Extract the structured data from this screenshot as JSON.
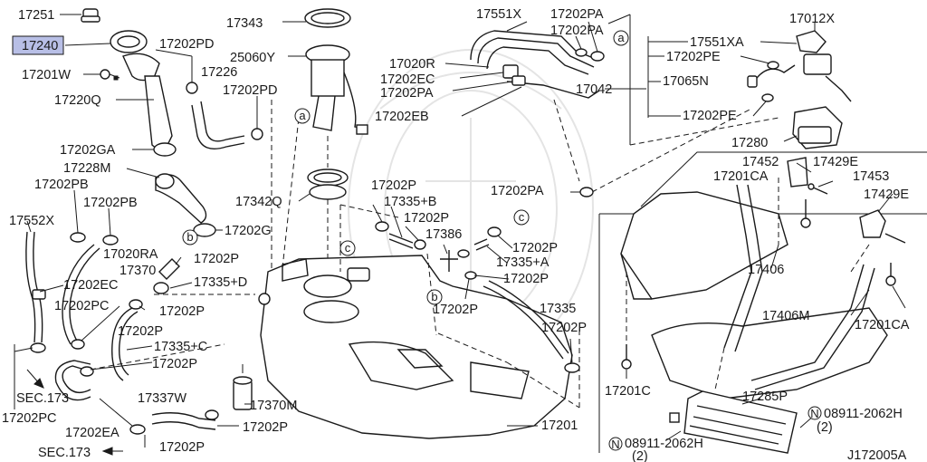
{
  "highlighted_part": "17240",
  "highlight_color": "#b8bfe6",
  "line_color": "#1a1a1a",
  "labels": {
    "p17251": "17251",
    "p17240": "17240",
    "p17201W": "17201W",
    "p17220Q": "17220Q",
    "p17202PD_a": "17202PD",
    "p17226": "17226",
    "p17202PD_b": "17202PD",
    "p17343": "17343",
    "p25060Y": "25060Y",
    "p17202GA": "17202GA",
    "p17228M": "17228M",
    "p17202PB_a": "17202PB",
    "p17202PB_b": "17202PB",
    "p17552X": "17552X",
    "p17020RA": "17020RA",
    "p17202G": "17202G",
    "p17342Q": "17342Q",
    "p17202P_1": "17202P",
    "p17370": "17370",
    "p17335D": "17335+D",
    "p17202EC_l": "17202EC",
    "p17202PC_a": "17202PC",
    "p17202P_2": "17202P",
    "p17202P_3": "17202P",
    "p17335C": "17335+C",
    "p17202P_4": "17202P",
    "sec173_a": "SEC.173",
    "p17202PC_b": "17202PC",
    "p17202EA": "17202EA",
    "sec173_b": "SEC.173",
    "p17202P_5": "17202P",
    "p17337W": "17337W",
    "p17370M": "17370M",
    "p17202P_6": "17202P",
    "p17551X": "17551X",
    "p17202PA_t": "17202PA",
    "p17202PA_t2": "17202PA",
    "p17020R": "17020R",
    "p17202EC_m": "17202EC",
    "p17202PA_m": "17202PA",
    "p17202EB": "17202EB",
    "p17202P_7": "17202P",
    "p17335B": "17335+B",
    "p17202P_8": "17202P",
    "p17386": "17386",
    "p17202PA_r": "17202PA",
    "p17202P_9": "17202P",
    "p17335A": "17335+A",
    "p17202P_10": "17202P",
    "p17202P_11": "17202P",
    "p17335": "17335",
    "p17202P_12": "17202P",
    "p17201": "17201",
    "p17012X": "17012X",
    "p17551XA": "17551XA",
    "p17202PE_a": "17202PE",
    "p17065N": "17065N",
    "p17042": "17042",
    "p17202PE_b": "17202PE",
    "p17280": "17280",
    "p17452": "17452",
    "p17429E_a": "17429E",
    "p17201CA_a": "17201CA",
    "p17453": "17453",
    "p17429E_b": "17429E",
    "p17406": "17406",
    "p17406M": "17406M",
    "p17201CA_b": "17201CA",
    "p17201C": "17201C",
    "p17285P": "17285P",
    "bolt_a_code": "08911-2062H",
    "bolt_a_qty": "(2)",
    "bolt_b_code": "08911-2062H",
    "bolt_b_qty": "(2)",
    "nut_symbol": "N",
    "diagram_code": "J172005A",
    "ref_a": "a",
    "ref_b": "b",
    "ref_c": "c"
  }
}
